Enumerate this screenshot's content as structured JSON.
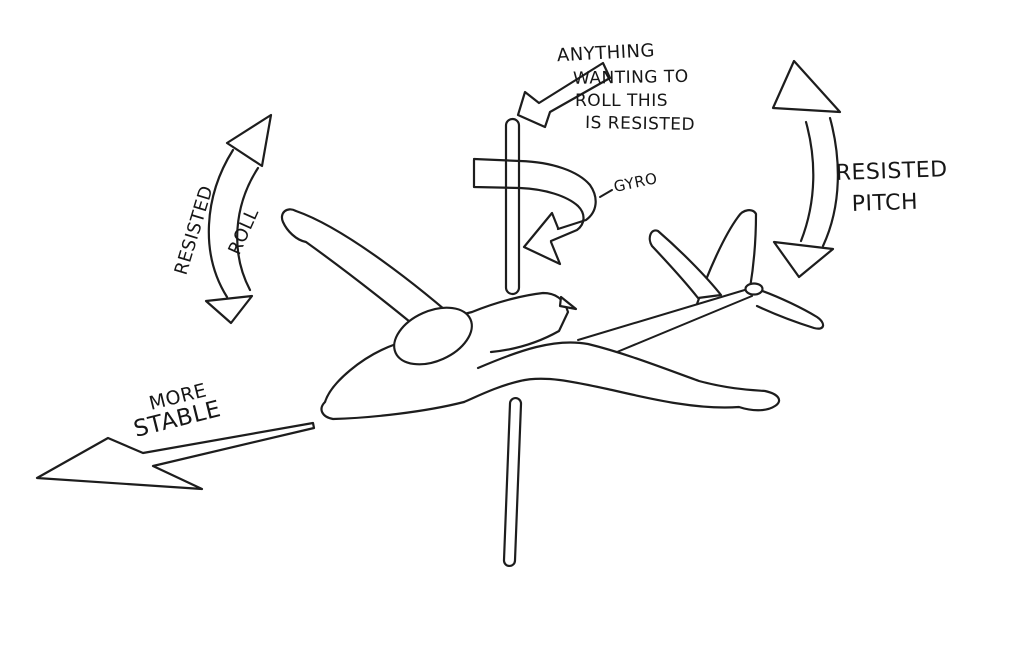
{
  "canvas": {
    "background": "#ffffff",
    "ink_color": "#1d1d1d"
  },
  "figure": {
    "elements": [
      "airplane-sketch",
      "vertical-gyro-axis-rod",
      "gyro-rotation-arrow",
      "resisted-roll-arrow",
      "resisted-pitch-arrow",
      "more-stable-arrow"
    ]
  },
  "annotations": {
    "top_note": {
      "lines": [
        "ANYTHING",
        "WANTING TO",
        "ROLL THIS",
        "IS RESISTED"
      ]
    },
    "gyro_label": "GYRO",
    "roll_arrow": {
      "word1": "RESISTED",
      "word2": "ROLL"
    },
    "pitch_arrow": {
      "line1": "RESISTED",
      "line2": "PITCH"
    },
    "stability_arrow": {
      "line1": "MORE",
      "line2": "STABLE"
    }
  }
}
